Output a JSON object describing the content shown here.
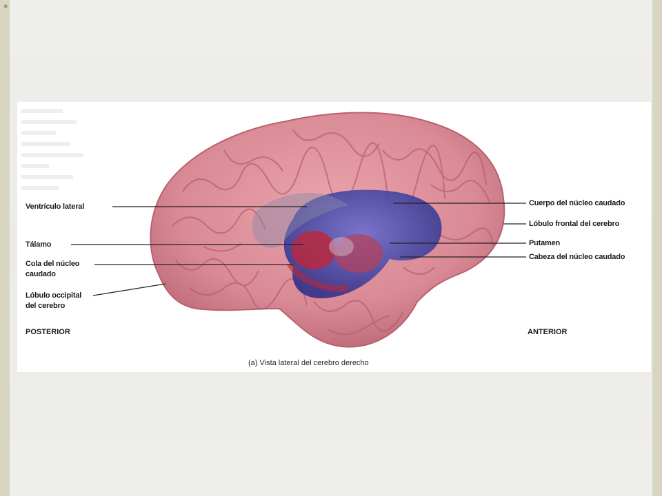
{
  "diagram": {
    "labels_left": {
      "ventriculo": "Ventrículo lateral",
      "talamo": "Tálamo",
      "cola_line1": "Cola del núcleo",
      "cola_line2": "caudado",
      "lobulo_occ_line1": "Lóbulo occipital",
      "lobulo_occ_line2": "del cerebro"
    },
    "labels_right": {
      "cuerpo": "Cuerpo del núcleo caudado",
      "lobulo_frontal": "Lóbulo frontal del cerebro",
      "putamen": "Putamen",
      "cabeza": "Cabeza del núcleo caudado"
    },
    "orientation": {
      "posterior": "POSTERIOR",
      "anterior": "ANTERIOR"
    },
    "caption": "(a) Vista lateral del cerebro derecho"
  },
  "colors": {
    "brain_pink": "#dd8f99",
    "brain_shadow": "#b8606e",
    "caudate_blue": "#4a4fb0",
    "thalamus_red": "#b8283e"
  }
}
